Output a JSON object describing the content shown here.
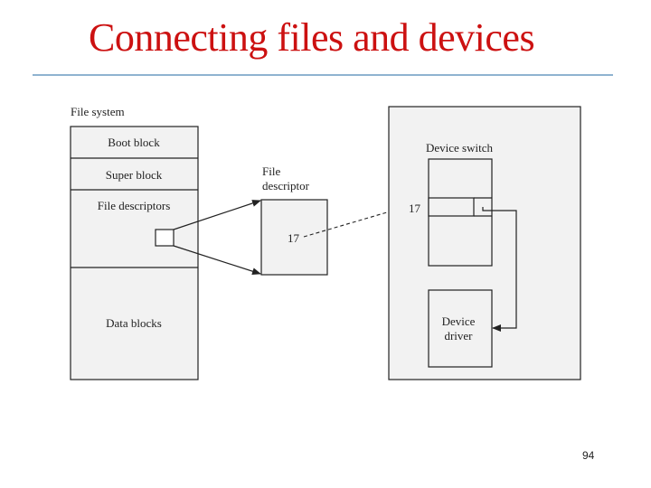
{
  "slide": {
    "title": "Connecting files and devices",
    "page_number": "94"
  },
  "diagram": {
    "file_system_label": "File system",
    "boot_block": "Boot block",
    "super_block": "Super block",
    "file_descriptors": "File descriptors",
    "data_blocks": "Data blocks",
    "file_descriptor_label_line1": "File",
    "file_descriptor_label_line2": "descriptor",
    "descriptor_entry": "17",
    "device_switch_label": "Device switch",
    "switch_entry": "17",
    "device_driver_line1": "Device",
    "device_driver_line2": "driver"
  },
  "colors": {
    "title": "#cc1111",
    "rule": "#8fb3d0",
    "line": "#222222",
    "fill": "#f2f2f2"
  }
}
